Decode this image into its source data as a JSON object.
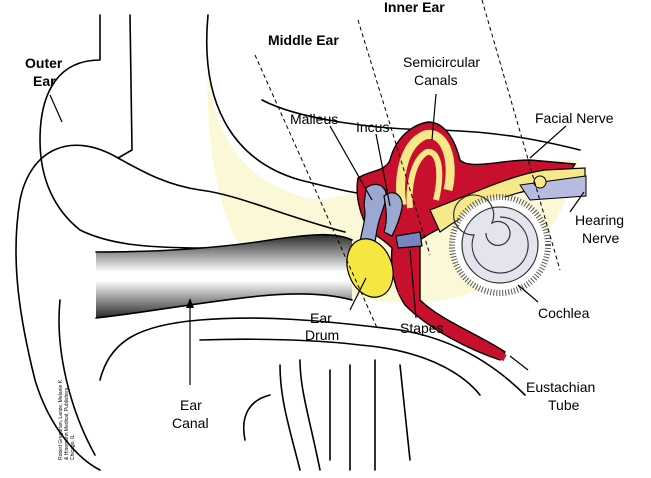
{
  "sections": {
    "outer_ear": [
      "Outer",
      "Ear"
    ],
    "middle_ear": "Middle Ear",
    "inner_ear": "Inner Ear"
  },
  "labels": {
    "semicircular_canals": [
      "Semicircular",
      "Canals"
    ],
    "malleus": "Malleus",
    "incus": "Incus",
    "facial_nerve": "Facial Nerve",
    "hearing_nerve": [
      "Hearing",
      "Nerve"
    ],
    "ear_drum": [
      "Ear",
      "Drum"
    ],
    "stapes": "Stapes",
    "cochlea": "Cochlea",
    "eustachian_tube": [
      "Eustachian",
      "Tube"
    ],
    "ear_canal": [
      "Ear",
      "Canal"
    ]
  },
  "credit": [
    "Robert Gregorian, Lanze, Melanie K.",
    "& Hinemann Medical, Publishers",
    "Chicago, IL"
  ],
  "colors": {
    "bone_red": "#c8102e",
    "bone_yellow": "#f7e98a",
    "ossicle_blue": "#9aa8d2",
    "eardrum_yellow": "#f5e640",
    "background_cream": "#fbf8d8"
  }
}
